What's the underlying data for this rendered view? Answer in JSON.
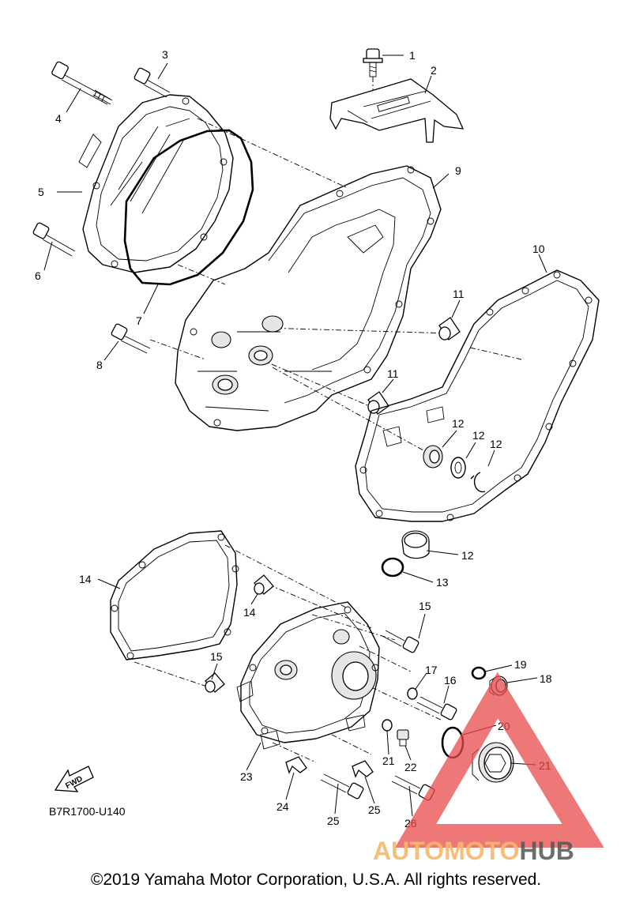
{
  "diagram": {
    "code": "B7R1700-U140",
    "fwd_label": "FWD",
    "copyright": "©2019 Yamaha Motor Corporation, U.S.A. All rights reserved.",
    "watermark": {
      "part1": "AUTOMOTO",
      "part2": "HUB",
      "color1": "#f5b96b",
      "color2": "#555555",
      "triangle_color": "#e84a4a"
    },
    "callouts": [
      {
        "id": "c1",
        "label": "1"
      },
      {
        "id": "c2",
        "label": "2"
      },
      {
        "id": "c3",
        "label": "3"
      },
      {
        "id": "c4",
        "label": "4"
      },
      {
        "id": "c5",
        "label": "5"
      },
      {
        "id": "c6",
        "label": "6"
      },
      {
        "id": "c7",
        "label": "7"
      },
      {
        "id": "c8",
        "label": "8"
      },
      {
        "id": "c9",
        "label": "9"
      },
      {
        "id": "c10",
        "label": "10"
      },
      {
        "id": "c11a",
        "label": "11"
      },
      {
        "id": "c11b",
        "label": "11"
      },
      {
        "id": "c12a",
        "label": "12"
      },
      {
        "id": "c12b",
        "label": "12"
      },
      {
        "id": "c12c",
        "label": "12"
      },
      {
        "id": "c12d",
        "label": "12"
      },
      {
        "id": "c13",
        "label": "13"
      },
      {
        "id": "c14a",
        "label": "14"
      },
      {
        "id": "c14b",
        "label": "14"
      },
      {
        "id": "c15a",
        "label": "15"
      },
      {
        "id": "c15b",
        "label": "15"
      },
      {
        "id": "c16",
        "label": "16"
      },
      {
        "id": "c17",
        "label": "17"
      },
      {
        "id": "c18",
        "label": "18"
      },
      {
        "id": "c19",
        "label": "19"
      },
      {
        "id": "c20",
        "label": "20"
      },
      {
        "id": "c21a",
        "label": "21"
      },
      {
        "id": "c21b",
        "label": "21"
      },
      {
        "id": "c22",
        "label": "22"
      },
      {
        "id": "c23",
        "label": "23"
      },
      {
        "id": "c24",
        "label": "24"
      },
      {
        "id": "c25a",
        "label": "25"
      },
      {
        "id": "c25b",
        "label": "25"
      },
      {
        "id": "c26",
        "label": "26"
      }
    ]
  }
}
